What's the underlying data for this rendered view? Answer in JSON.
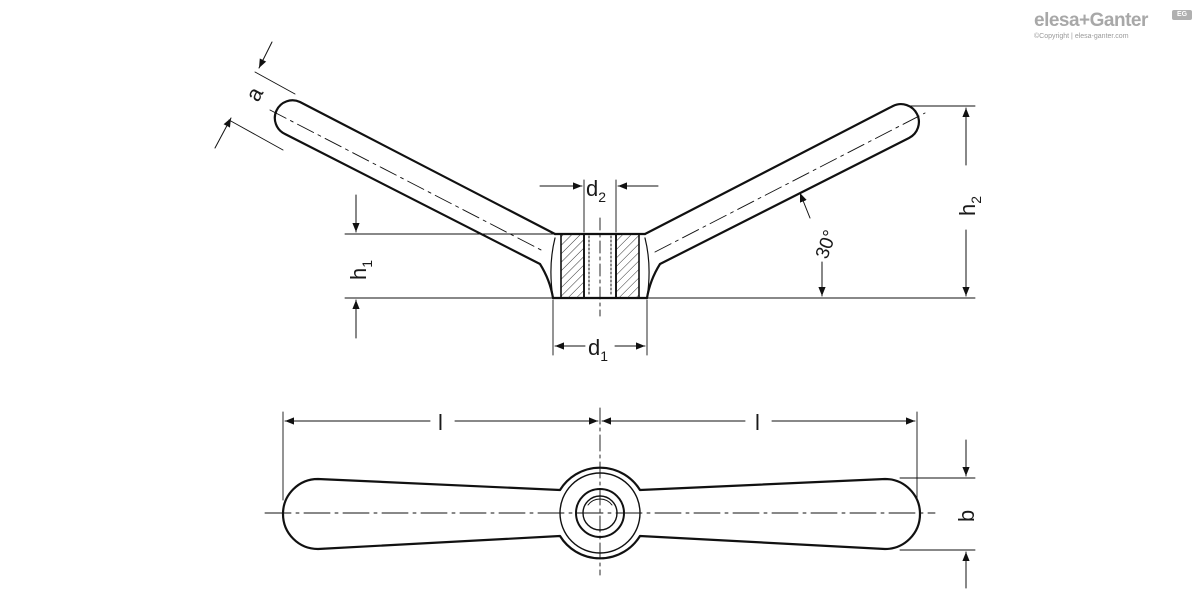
{
  "logo": {
    "name": "elesa+Ganter",
    "badge": "EG",
    "copyright": "©Copyright | elesa-ganter.com"
  },
  "labels": {
    "a": "a",
    "d2_main": "d",
    "d2_sub": "2",
    "h1_main": "h",
    "h1_sub": "1",
    "h2_main": "h",
    "h2_sub": "2",
    "d1_main": "d",
    "d1_sub": "1",
    "angle": "30°",
    "l_left": "l",
    "l_right": "l",
    "b": "b"
  }
}
